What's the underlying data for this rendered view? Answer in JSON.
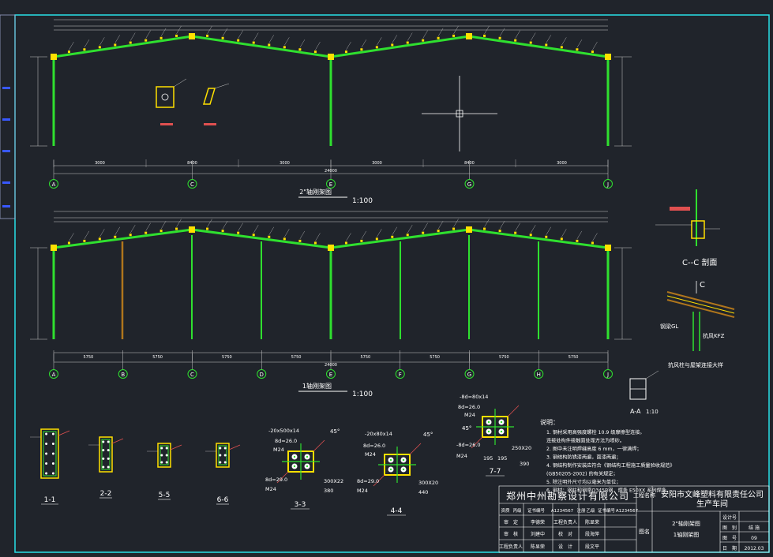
{
  "drawing": {
    "elevation_1": {
      "title": "2\"轴刚架图",
      "scale": "1:100",
      "axes": [
        "A",
        "C",
        "E",
        "G",
        "J"
      ],
      "bay_labels": [
        "3000",
        "8400",
        "3000",
        "3000",
        "8400",
        "3000"
      ],
      "total": "24000"
    },
    "elevation_2": {
      "title": "1轴刚架图",
      "scale": "1:100",
      "axes": [
        "A",
        "B",
        "C",
        "D",
        "E",
        "F",
        "G",
        "H",
        "J"
      ],
      "bay_labels": [
        "5750",
        "5750",
        "5750",
        "5750",
        "5750",
        "5750",
        "5750",
        "5750"
      ],
      "total": "24000"
    },
    "detail_cc": {
      "title": "C--C 剖面"
    },
    "detail_joint": {
      "title": "抗风柱与屋架连接大样",
      "labels": [
        "C",
        "钢梁GL",
        "抗风KFZ"
      ]
    },
    "detail_aa": {
      "title": "A-A",
      "scale": "1:10"
    },
    "sections": [
      {
        "label": "1-1"
      },
      {
        "label": "2-2"
      },
      {
        "label": "5-5"
      },
      {
        "label": "6-6"
      },
      {
        "label": "3-3",
        "notes": [
          "-20x500x14",
          "8d=26.0",
          "M24",
          "8d=29.0",
          "M24"
        ],
        "dims": [
          "300X22",
          "380"
        ],
        "angle": "45°"
      },
      {
        "label": "4-4",
        "notes": [
          "-20x80x14",
          "8d=26.0",
          "M24",
          "8d=29.0",
          "M24"
        ],
        "dims": [
          "300X20",
          "440"
        ],
        "angle": "45°"
      },
      {
        "label": "7-7",
        "notes": [
          "-8d=80x14",
          "8d=26.0",
          "M24",
          "-8d=26.0",
          "M24"
        ],
        "dims": [
          "195",
          "195",
          "250X20",
          "390"
        ],
        "angle": "45°"
      }
    ],
    "notes": {
      "heading": "说明：",
      "items": [
        "1. 钢材采用高强度螺栓 10.9 级摩擦型连接。",
        "   连接处构件接触面处理方法为喷砂。",
        "2. 图中未注明焊缝高度 6 mm，一律满焊；",
        "3. 钢结构防锈漆两遍，面漆两遍；",
        "4. 钢结构制作安装应符合《钢结构工程施工质量验收规范》",
        "   (GB50205-2002) 的有关规定；",
        "5. 除注明外尺寸均以毫米为单位；",
        "6. 钢材：钢柱和钢梁Q345B钢，焊条 E50XX 系列焊条。"
      ]
    }
  },
  "title_block": {
    "company": "郑州中州勘察设计有限公司",
    "project_label": "工程名称",
    "project": "安阳市文峰塑料有限责任公司",
    "building": "生产车间",
    "drawing_label": "图名",
    "drawing_names": [
      "2\"轴刚架图",
      "1轴刚架图"
    ],
    "cert_row": [
      "资质",
      "丙级",
      "证书编号",
      "A1234567",
      "注册",
      "乙级",
      "证书编号",
      "A1234567"
    ],
    "rows": [
      [
        "审　定",
        "李德荣",
        "工程负责人",
        "陈显荣"
      ],
      [
        "审　核",
        "刘建中",
        "校　对",
        "段海萍"
      ],
      [
        "工程负责人",
        "陈显荣",
        "设　计",
        "段文平"
      ]
    ],
    "info": [
      {
        "label": "设计号",
        "value": ""
      },
      {
        "label": "图　别",
        "value": "结 施"
      },
      {
        "label": "图　号",
        "value": "09"
      },
      {
        "label": "日　期",
        "value": "2012.03"
      }
    ]
  }
}
